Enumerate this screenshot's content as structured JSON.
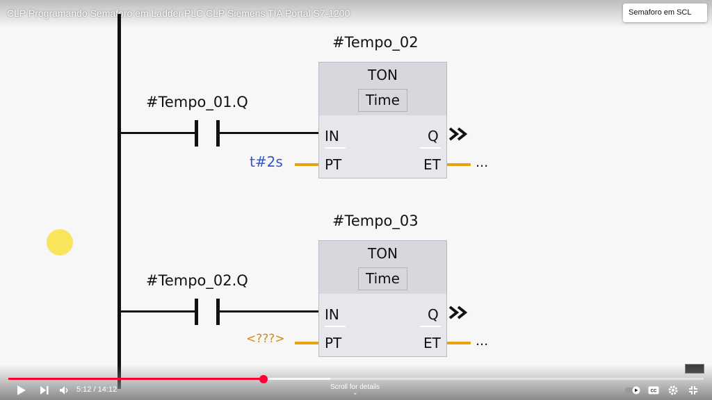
{
  "video": {
    "title": "CLP Programando Semaforo em Ladder PLC CLP Siemens TIA Portal S7-1200",
    "card_label": "Semaforo em SCL",
    "info_icon": "info-icon"
  },
  "ladder": {
    "rungs": [
      {
        "contact": "#Tempo_01.Q",
        "instance": "#Tempo_02",
        "block_type": "TON",
        "block_subtype": "Time",
        "pins": {
          "in": "IN",
          "pt": "PT",
          "q": "Q",
          "et": "ET"
        },
        "pt_value": "t#2s",
        "pt_color": "#3355c8",
        "et_value": "..."
      },
      {
        "contact": "#Tempo_02.Q",
        "instance": "#Tempo_03",
        "block_type": "TON",
        "block_subtype": "Time",
        "pins": {
          "in": "IN",
          "pt": "PT",
          "q": "Q",
          "et": "ET"
        },
        "pt_value": "<???>",
        "pt_color": "#d08a16",
        "et_value": "..."
      }
    ]
  },
  "player": {
    "current_time": "5:12",
    "duration": "14:12",
    "time_display": "5:12 / 14:12",
    "progress": 0.3667,
    "buffered": 0.463,
    "progress_color": "#ff0033",
    "scroll_hint": "Scroll for details",
    "controls": [
      "play-icon",
      "next-icon",
      "volume-icon",
      "autoplay-toggle",
      "captions-icon",
      "settings-icon",
      "exit-fullscreen-icon"
    ]
  }
}
